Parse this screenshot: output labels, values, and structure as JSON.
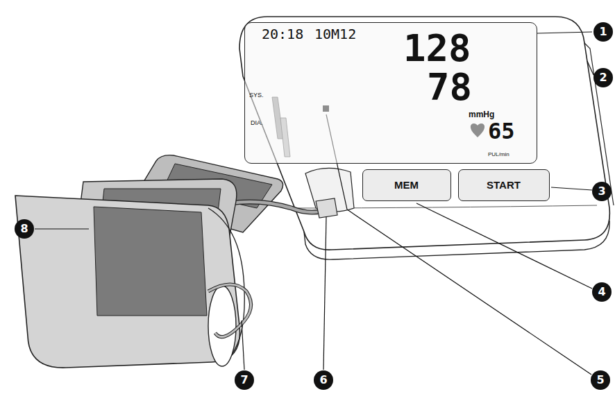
{
  "diagram": {
    "nodes": [
      {
        "text": [
          "20:18",
          "10M12",
          "SYS.",
          "DIA.",
          "128",
          "78",
          "mmHg",
          "65",
          "PUL/min"
        ]
      },
      {
        "text": [
          "MEM"
        ]
      },
      {
        "text": [
          "START"
        ]
      }
    ],
    "labels": [
      "1",
      "2",
      "3",
      "4",
      "5",
      "6",
      "7",
      "8"
    ]
  }
}
